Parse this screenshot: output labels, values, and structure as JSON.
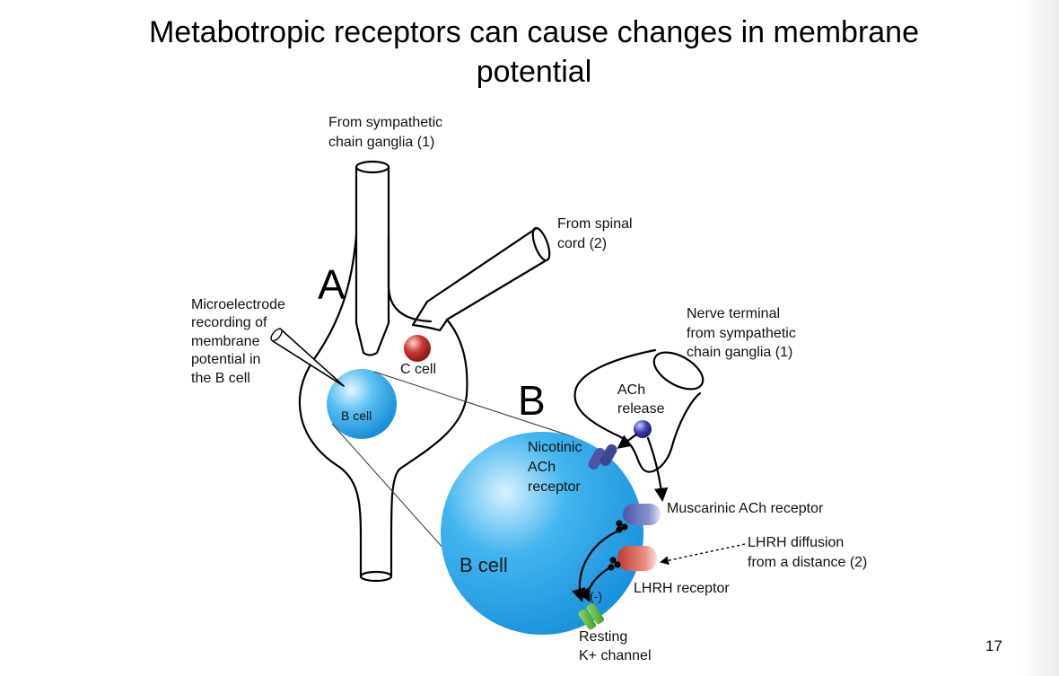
{
  "slide": {
    "title": "Metabotropic receptors can cause changes in membrane potential",
    "page_number": "17"
  },
  "panel_a": {
    "letter": "A",
    "label_sympathetic_line1": "From sympathetic",
    "label_sympathetic_line2": "chain ganglia (1)",
    "label_spinal_line1": "From spinal",
    "label_spinal_line2": "cord (2)",
    "electrode_line1": "Microelectrode",
    "electrode_line2": "recording of",
    "electrode_line3": "membrane",
    "electrode_line4": "potential in",
    "electrode_line5": "the B cell",
    "b_cell_small": "B cell",
    "c_cell": "C cell"
  },
  "panel_b": {
    "letter": "B",
    "terminal_line1": "Nerve terminal",
    "terminal_line2": "from sympathetic",
    "terminal_line3": "chain ganglia (1)",
    "ach_line1": "ACh",
    "ach_line2": "release",
    "nicotinic_line1": "Nicotinic",
    "nicotinic_line2": "ACh",
    "nicotinic_line3": "receptor",
    "muscarinic": "Muscarinic ACh receptor",
    "lhrh_diff_line1": "LHRH diffusion",
    "lhrh_diff_line2": "from a distance (2)",
    "lhrh_receptor": "LHRH receptor",
    "b_cell_large": "B cell",
    "inhibit": "(-)",
    "k_line1": "Resting",
    "k_line2": "K+ channel"
  },
  "colors": {
    "cell_blue": "#2aa3e6",
    "c_cell_red": "#c42b2b",
    "ach_purple": "#3b3ba0",
    "receptor_navy": "#4a55a0",
    "lhrh_red": "#d7574a",
    "k_channel_green": "#5cb830"
  }
}
